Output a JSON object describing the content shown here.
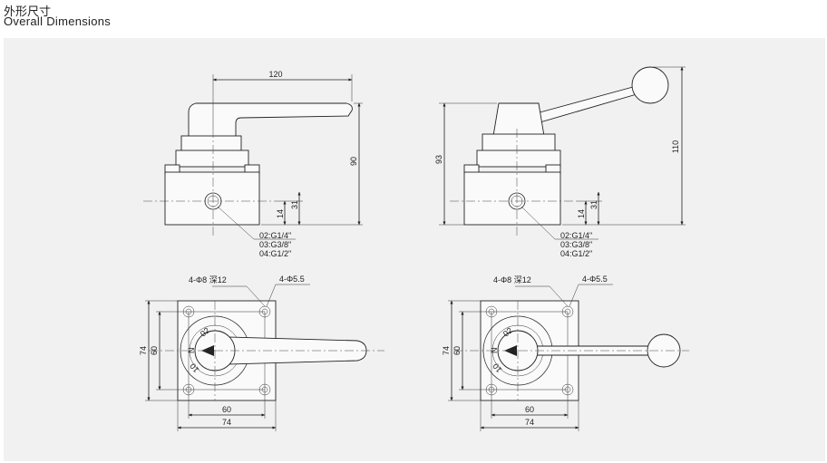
{
  "header": {
    "title_cn": "外形尺寸",
    "title_en": "Overall Dimensions"
  },
  "views": {
    "left_side": {
      "width": "120",
      "height": "90",
      "h31": "31",
      "h14": "14",
      "ports": [
        "02:G1/4\"",
        "03:G3/8\"",
        "04:G1/2\""
      ]
    },
    "right_side": {
      "height_body": "93",
      "height_total": "110",
      "h31": "31",
      "h14": "14",
      "ports": [
        "02:G1/4\"",
        "03:G3/8\"",
        "04:G1/2\""
      ]
    },
    "left_top": {
      "hole_big": "4-Φ8 深12",
      "hole_small": "4-Φ5.5",
      "w60": "60",
      "w74": "74",
      "h74": "74",
      "h60": "60",
      "port_labels": [
        "02",
        "N",
        "10"
      ]
    },
    "right_top": {
      "hole_big": "4-Φ8 深12",
      "hole_small": "4-Φ5.5",
      "w60": "60",
      "w74": "74",
      "h74": "74",
      "h60": "60",
      "port_labels": [
        "02",
        "N",
        "10"
      ]
    }
  }
}
